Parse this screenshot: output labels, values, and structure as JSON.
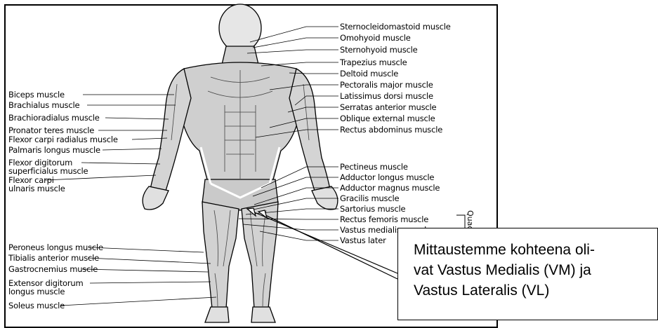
{
  "labels_left": [
    "Biceps muscle",
    "Brachialus muscle",
    "Brachioradialus muscle",
    "Pronator teres muscle",
    "Flexor carpi radialus muscle",
    "Palmaris longus muscle",
    "Flexor digitorum\nsuperficialus muscle",
    "Flexor carpi\nulnaris muscle",
    "Peroneus longus muscle",
    "Tibialis anterior muscle",
    "Gastrocnemius muscle",
    "Extensor digitorum\nlongus muscle",
    "Soleus muscle"
  ],
  "labels_right": [
    "Sternocleidomastoid muscle",
    "Omohyoid muscle",
    "Sternohyoid muscle",
    "Trapezius muscle",
    "Deltoid muscle",
    "Pectoralis major muscle",
    "Latissimus dorsi muscle",
    "Serratas anterior muscle",
    "Oblique external muscle",
    "Rectus abdominus muscle",
    "Pectineus muscle",
    "Adductor longus muscle",
    "Adductor magnus muscle",
    "Gracilis muscle",
    "Sartorius muscle",
    "Rectus femoris muscle",
    "Vastus medialis muscle",
    "Vastus later"
  ],
  "group_label": "Quadri",
  "callout": {
    "text": "Mittaustemme kohteena oli-\nvat Vastus Medialis (VM) ja\nVastus Lateralis (VL)"
  }
}
